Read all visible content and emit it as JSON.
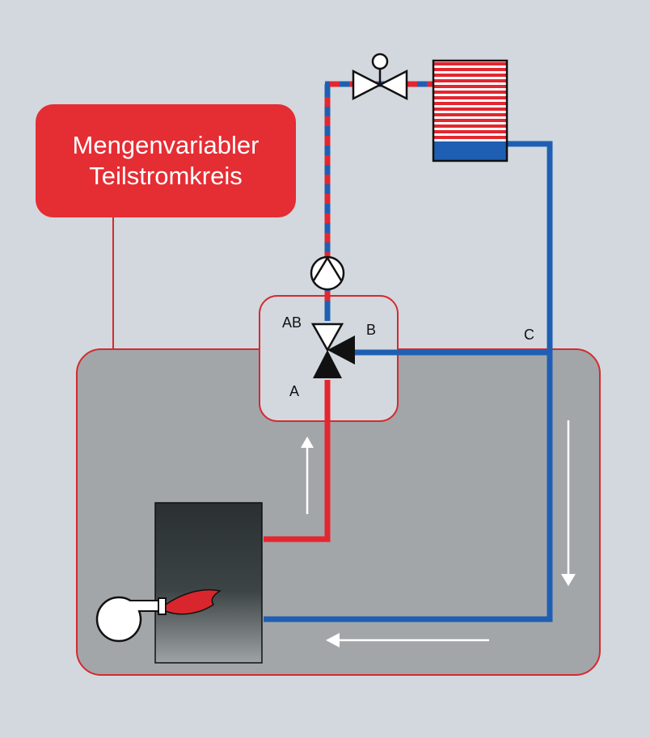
{
  "title": {
    "line1": "Mengenvariabler",
    "line2": "Teilstromkreis"
  },
  "valve_ports": {
    "ab": "AB",
    "a": "A",
    "b": "B",
    "c": "C"
  },
  "colors": {
    "background": "#d2d8de",
    "boiler_zone": "#a3a6a9",
    "outline_red": "#d42a2f",
    "supply_red": "#e3262f",
    "return_blue": "#1f5fb3",
    "title_bg": "#e52d34",
    "boiler_dark": "#2e3436",
    "flame": "#d9262d"
  },
  "icons": [
    "pump-icon",
    "two-way-valve-icon",
    "three-way-mixing-valve-icon",
    "radiator-icon",
    "boiler-icon",
    "burner-fan-icon",
    "flame-icon",
    "flow-arrow-icon"
  ]
}
